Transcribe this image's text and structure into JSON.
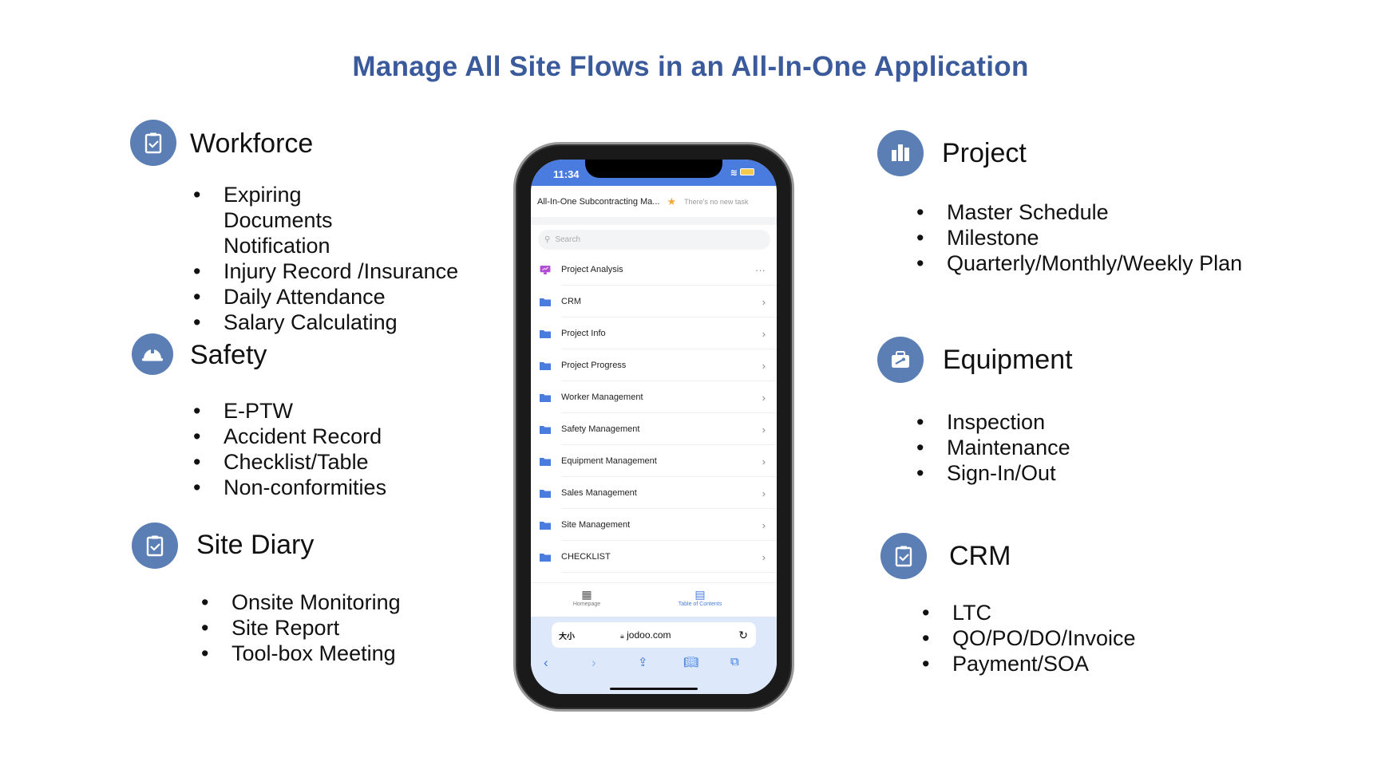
{
  "title": "Manage All Site Flows in an All-In-One Application",
  "colors": {
    "title": "#3a5a9b",
    "icon_circle": "#5b7fb5",
    "app_blue": "#4a7ce0"
  },
  "left_sections": [
    {
      "icon": "clipboard-check-icon",
      "heading": "Workforce",
      "items": [
        "Expiring Documents Notification",
        "Injury Record /Insurance",
        "Daily Attendance",
        "Salary Calculating"
      ]
    },
    {
      "icon": "hard-hat-icon",
      "heading": "Safety",
      "items": [
        "E-PTW",
        "Accident Record",
        "Checklist/Table",
        "Non-conformities"
      ]
    },
    {
      "icon": "clipboard-check-icon",
      "heading": "Site Diary",
      "items": [
        "Onsite Monitoring",
        "Site Report",
        "Tool-box Meeting"
      ]
    }
  ],
  "right_sections": [
    {
      "icon": "bar-chart-icon",
      "heading": "Project",
      "items": [
        "Master Schedule",
        "Milestone",
        "Quarterly/Monthly/Weekly Plan"
      ]
    },
    {
      "icon": "toolbox-icon",
      "heading": "Equipment",
      "items": [
        "Inspection",
        "Maintenance",
        "Sign-In/Out"
      ]
    },
    {
      "icon": "clipboard-check-icon",
      "heading": "CRM",
      "items": [
        "LTC",
        "QO/PO/DO/Invoice",
        "Payment/SOA"
      ]
    }
  ],
  "phone": {
    "time": "11:34",
    "app_title": "All-In-One Subcontracting Ma...",
    "task_status": "There's no new task",
    "search_placeholder": "Search",
    "rows": [
      {
        "label": "Project Analysis",
        "icon": "dashboard-icon",
        "action": "more"
      },
      {
        "label": "CRM",
        "icon": "folder-icon"
      },
      {
        "label": "Project Info",
        "icon": "folder-icon"
      },
      {
        "label": "Project Progress",
        "icon": "folder-icon"
      },
      {
        "label": "Worker Management",
        "icon": "folder-icon"
      },
      {
        "label": "Safety Management",
        "icon": "folder-icon"
      },
      {
        "label": "Equipment Management",
        "icon": "folder-icon"
      },
      {
        "label": "Sales Management",
        "icon": "folder-icon"
      },
      {
        "label": "Site Management",
        "icon": "folder-icon"
      },
      {
        "label": "CHECKLIST",
        "icon": "folder-icon"
      }
    ],
    "tabs": [
      {
        "label": "Homepage",
        "active": false
      },
      {
        "label": "Table of Contents",
        "active": true
      }
    ],
    "browser": {
      "text_size": "大小",
      "url": "jodoo.com"
    }
  }
}
